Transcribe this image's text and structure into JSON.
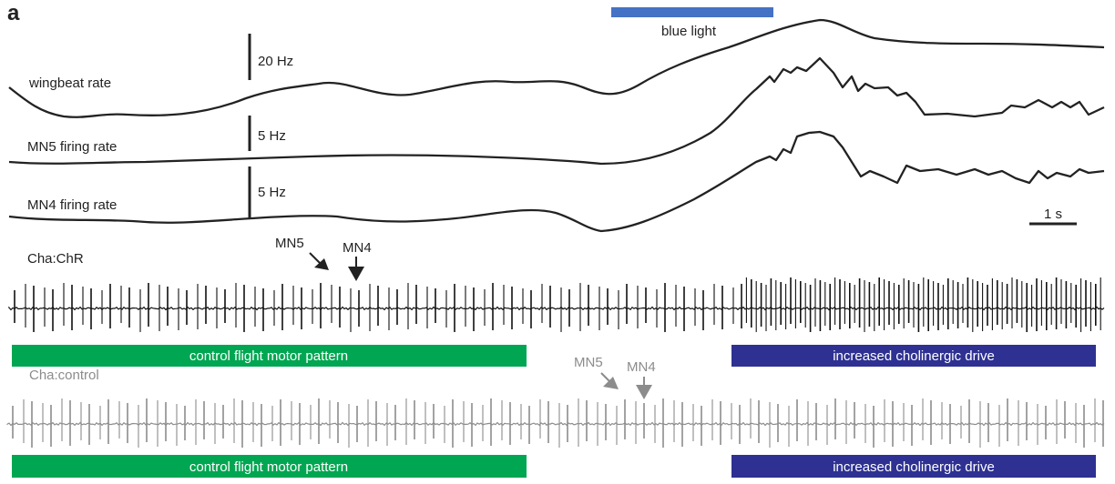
{
  "panel_label": "a",
  "stimulus": {
    "label": "blue light",
    "color": "#4472c4"
  },
  "traces": {
    "wingbeat": {
      "label": "wingbeat rate",
      "scale_label": "20 Hz"
    },
    "mn5": {
      "label": "MN5 firing rate",
      "scale_label": "5 Hz"
    },
    "mn4": {
      "label": "MN4 firing rate",
      "scale_label": "5 Hz"
    }
  },
  "time_scale": {
    "label": "1 s"
  },
  "recordings": {
    "chr": {
      "label": "Cha:ChR",
      "color": "#111111",
      "arrow_mn5": "MN5",
      "arrow_mn4": "MN4"
    },
    "control": {
      "label": "Cha:control",
      "color": "#8c8c8c",
      "arrow_mn5": "MN5",
      "arrow_mn4": "MN4"
    }
  },
  "bars": {
    "control_pattern": {
      "label": "control flight motor pattern",
      "color": "#00a651"
    },
    "cholinergic": {
      "label": "increased cholinergic drive",
      "color": "#2e3192"
    }
  }
}
